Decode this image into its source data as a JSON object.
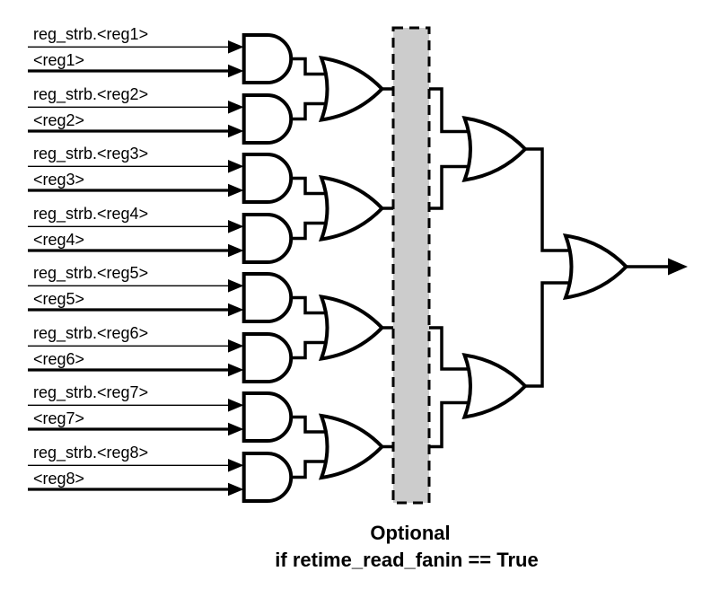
{
  "diagram": {
    "inputs": [
      {
        "strobe": "reg_strb.<reg1>",
        "value": "<reg1>"
      },
      {
        "strobe": "reg_strb.<reg2>",
        "value": "<reg2>"
      },
      {
        "strobe": "reg_strb.<reg3>",
        "value": "<reg3>"
      },
      {
        "strobe": "reg_strb.<reg4>",
        "value": "<reg4>"
      },
      {
        "strobe": "reg_strb.<reg5>",
        "value": "<reg5>"
      },
      {
        "strobe": "reg_strb.<reg6>",
        "value": "<reg6>"
      },
      {
        "strobe": "reg_strb.<reg7>",
        "value": "<reg7>"
      },
      {
        "strobe": "reg_strb.<reg8>",
        "value": "<reg8>"
      }
    ],
    "gate_stages": {
      "stage1": "AND",
      "stage2": "OR",
      "stage3": "OR",
      "stage4": "OR"
    },
    "optional_box": {
      "fill": "#cccccc",
      "border": "#000000",
      "style": "dashed"
    },
    "caption": {
      "line1": "Optional",
      "line2": "if retime_read_fanin == True"
    },
    "colors": {
      "stroke": "#000000",
      "background": "#ffffff"
    }
  }
}
